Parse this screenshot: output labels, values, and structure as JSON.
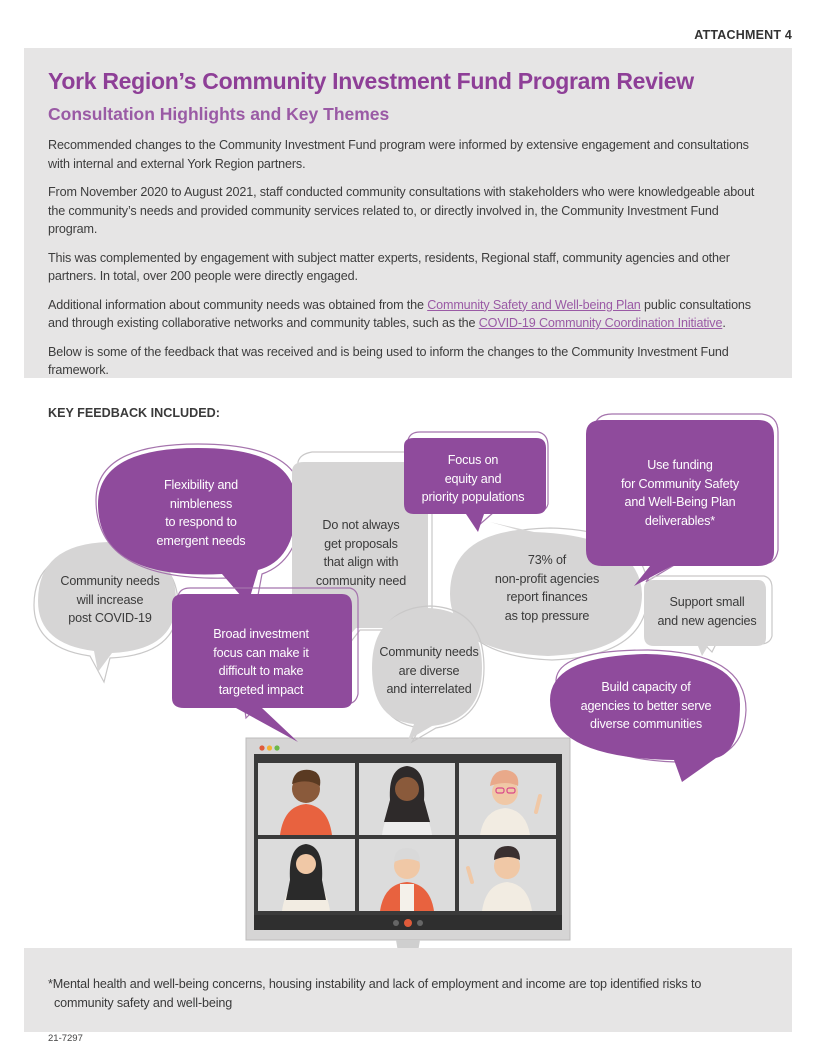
{
  "header": {
    "attachment": "ATTACHMENT 4"
  },
  "intro": {
    "title": "York Region’s Community Investment Fund Program Review",
    "subtitle": "Consultation Highlights and Key Themes",
    "p1": "Recommended changes to the Community Investment Fund program were informed by extensive engagement and consultations with internal and external York Region partners.",
    "p2": "From November 2020 to August 2021, staff conducted community consultations with stakeholders who were knowledgeable about the community’s needs and provided community services related to, or directly involved in, the Community Investment Fund program.",
    "p3": "This was complemented by engagement with subject matter experts, residents, Regional staff, community agencies and other partners. In total, over 200 people were directly engaged.",
    "p4_pre": "Additional information about community needs was obtained from the ",
    "p4_link1": "Community Safety and Well-being Plan",
    "p4_mid": " public consultations and through existing collaborative networks and community tables, such as the ",
    "p4_link2": "COVID-19 Community Coordination Initiative",
    "p4_post": ".",
    "p5": "Below is some of the feedback that was received and is being used to inform the changes to the Community Investment Fund framework."
  },
  "feedback": {
    "heading": "KEY FEEDBACK INCLUDED:",
    "bubbles": [
      {
        "lines": [
          "Flexibility and",
          "nimbleness",
          "to respond to",
          "emergent needs"
        ]
      },
      {
        "lines": [
          "Community needs",
          "will increase",
          "post COVID-19"
        ]
      },
      {
        "lines": [
          "Do not always",
          "get proposals",
          "that align with",
          "community need"
        ]
      },
      {
        "lines": [
          "Focus on",
          "equity and",
          "priority populations"
        ]
      },
      {
        "lines": [
          "Use funding",
          "for Community Safety",
          "and Well-Being Plan",
          "deliverables*"
        ]
      },
      {
        "lines": [
          "73% of",
          "non-profit agencies",
          "report finances",
          "as top pressure"
        ]
      },
      {
        "lines": [
          "Support small",
          "and new agencies"
        ]
      },
      {
        "lines": [
          "Broad investment",
          "focus can make it",
          "difficult to make",
          "targeted impact"
        ]
      },
      {
        "lines": [
          "Community needs",
          "are diverse",
          "and interrelated"
        ]
      },
      {
        "lines": [
          "Build capacity of",
          "agencies to better serve",
          "diverse communities"
        ]
      }
    ]
  },
  "footer": {
    "note_line1": "*Mental health and well-being concerns, housing instability and lack of employment and income are top identified risks to",
    "note_line2": "community safety and well-being",
    "code": "21-7297"
  },
  "colors": {
    "purple": "#8f4b9c",
    "title": "#8e3f97",
    "grey_bubble": "#d6d5d5",
    "box": "#e6e5e5"
  }
}
